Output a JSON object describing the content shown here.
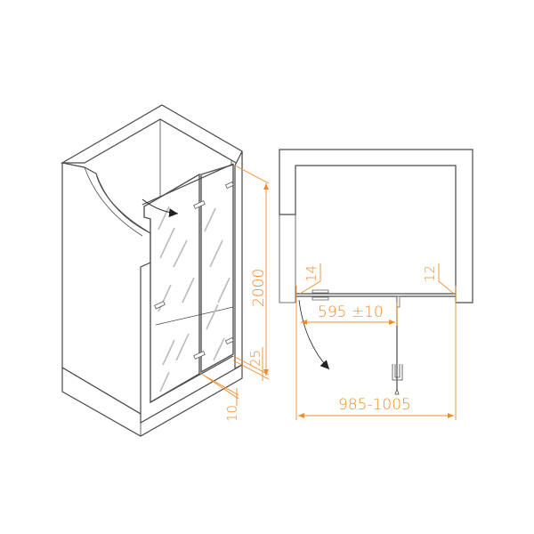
{
  "colors": {
    "dimension": "#f28c28",
    "outline": "#4a4a4a",
    "background": "#ffffff"
  },
  "isometric_view": {
    "height_label": "2000",
    "tray_offset_label": "25",
    "bottom_gap_label": "10",
    "icons": [
      "door-swing-arrow-icon",
      "handle-icon",
      "hinge-icon"
    ]
  },
  "plan_view": {
    "left_gap_label": "14",
    "right_gap_label": "12",
    "door_width_label": "595 ±10",
    "total_width_label": "985-1005",
    "icons": [
      "door-swing-arrow-icon"
    ]
  }
}
